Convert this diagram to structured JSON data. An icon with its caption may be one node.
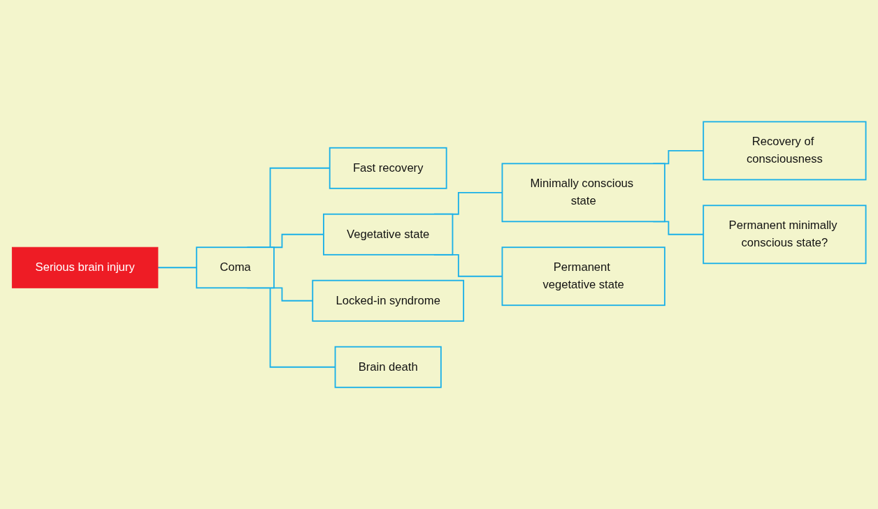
{
  "diagram": {
    "nodes": [
      {
        "text": [
          "Serious brain injury"
        ]
      },
      {
        "text": [
          "Coma"
        ]
      },
      {
        "text": [
          "Fast recovery"
        ]
      },
      {
        "text": [
          "Vegetative state"
        ]
      },
      {
        "text": [
          "Locked-in syndrome"
        ]
      },
      {
        "text": [
          "Brain death"
        ]
      },
      {
        "text": [
          "Minimally conscious state"
        ]
      },
      {
        "text": [
          "Permanent vegetative state"
        ]
      },
      {
        "text": [
          "Recovery of consciousness"
        ]
      },
      {
        "text": [
          "Permanent minimally conscious state?"
        ]
      }
    ],
    "edges": [
      {
        "from": 0,
        "to": 1,
        "arrow": "none"
      },
      {
        "from": 1,
        "to": 2,
        "arrow": "none"
      },
      {
        "from": 1,
        "to": 3,
        "arrow": "none"
      },
      {
        "from": 1,
        "to": 4,
        "arrow": "none"
      },
      {
        "from": 1,
        "to": 5,
        "arrow": "none"
      },
      {
        "from": 3,
        "to": 6,
        "arrow": "none"
      },
      {
        "from": 3,
        "to": 7,
        "arrow": "none"
      },
      {
        "from": 6,
        "to": 8,
        "arrow": "none"
      },
      {
        "from": 6,
        "to": 9,
        "arrow": "none"
      }
    ]
  }
}
